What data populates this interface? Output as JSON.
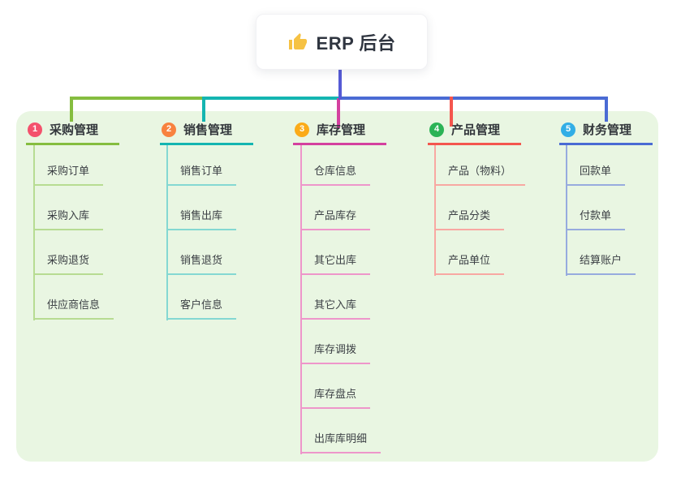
{
  "page": {
    "background_color": "#ffffff",
    "panel_color": "#e9f6e2"
  },
  "root": {
    "title": "ERP 后台",
    "icon": "thumbs-up-icon",
    "icon_color": "#f6c244",
    "line_color": "#555ad5"
  },
  "branches": [
    {
      "index": "1",
      "label": "采购管理",
      "badge_color": "#f4516c",
      "line_color": "#85bd3f",
      "child_line_color": "#b7dc92",
      "children": [
        "采购订单",
        "采购入库",
        "采购退货",
        "供应商信息"
      ]
    },
    {
      "index": "2",
      "label": "销售管理",
      "badge_color": "#f8823f",
      "line_color": "#14b5b1",
      "child_line_color": "#84d8d2",
      "children": [
        "销售订单",
        "销售出库",
        "销售退货",
        "客户信息"
      ]
    },
    {
      "index": "3",
      "label": "库存管理",
      "badge_color": "#fbab19",
      "line_color": "#d4409f",
      "child_line_color": "#ee96ca",
      "children": [
        "仓库信息",
        "产品库存",
        "其它出库",
        "其它入库",
        "库存调拨",
        "库存盘点",
        "出库库明细"
      ]
    },
    {
      "index": "4",
      "label": "产品管理",
      "badge_color": "#2bb356",
      "line_color": "#f4564e",
      "child_line_color": "#f8a8a2",
      "children": [
        "产品（物料）",
        "产品分类",
        "产品单位"
      ]
    },
    {
      "index": "5",
      "label": "财务管理",
      "badge_color": "#32aee6",
      "line_color": "#4a6bd4",
      "child_line_color": "#97abde",
      "children": [
        "回款单",
        "付款单",
        "结算账户"
      ]
    }
  ]
}
